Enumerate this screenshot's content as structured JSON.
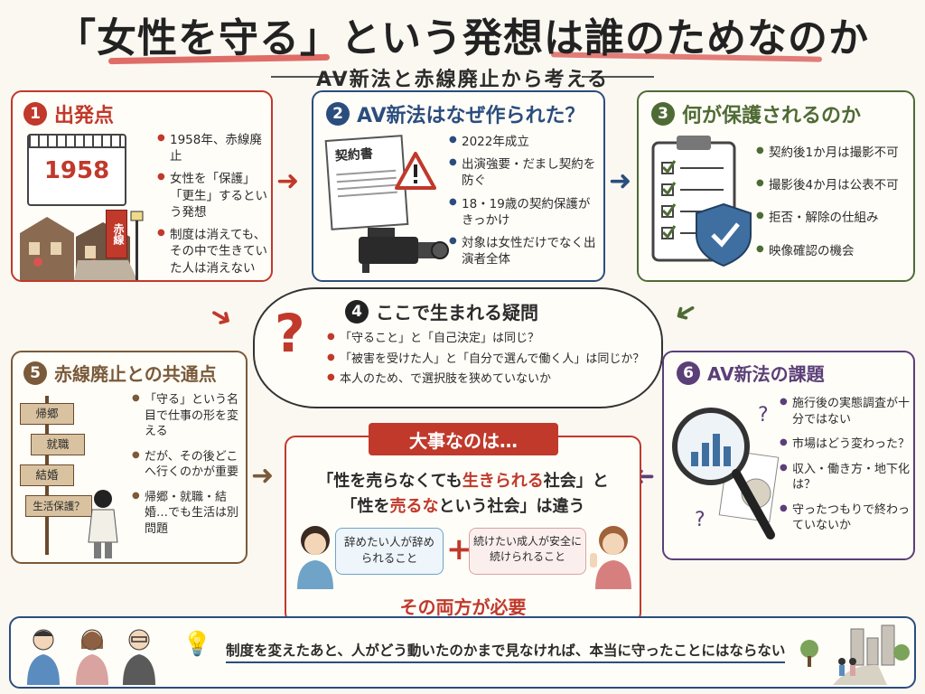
{
  "title": "「女性を守る」という発想は誰のためなのか",
  "subtitle": "AV新法と赤線廃止から考える",
  "sections": {
    "s1": {
      "number": "1",
      "heading": "出発点",
      "calendar_year": "1958",
      "sign_text": "赤線",
      "bullets": [
        "1958年、赤線廃止",
        "女性を「保護」「更生」するという発想",
        "制度は消えても、その中で生きていた人は消えない"
      ]
    },
    "s2": {
      "number": "2",
      "heading": "AV新法はなぜ作られた？",
      "document_label": "契約書",
      "bullets": [
        "2022年成立",
        "出演強要・だまし契約を防ぐ",
        "18・19歳の契約保護がきっかけ",
        "対象は女性だけでなく出演者全体"
      ]
    },
    "s3": {
      "number": "3",
      "heading": "何が保護されるのか",
      "bullets": [
        "契約後1か月は撮影不可",
        "撮影後4か月は公表不可",
        "拒否・解除の仕組み",
        "映像確認の機会"
      ]
    },
    "s4": {
      "number": "4",
      "heading": "ここで生まれる疑問",
      "bullets": [
        "「守ること」と「自己決定」は同じ？",
        "「被害を受けた人」と「自分で選んで働く人」は同じか？",
        "本人のため、で選択肢を狭めていないか"
      ]
    },
    "s5": {
      "number": "5",
      "heading": "赤線廃止との共通点",
      "signs": [
        "帰郷",
        "就職",
        "結婚",
        "生活保護？"
      ],
      "bullets": [
        "「守る」という名目で仕事の形を変える",
        "だが、その後どこへ行くのかが重要",
        "帰郷・就職・結婚…でも生活は別問題"
      ]
    },
    "s6": {
      "number": "6",
      "heading": "AV新法の課題",
      "bullets": [
        "施行後の実態調査が十分ではない",
        "市場はどう変わった？",
        "収入・働き方・地下化は？",
        "守ったつもりで終わっていないか"
      ]
    }
  },
  "center": {
    "banner": "大事なのは…",
    "line1_a": "「性を売らなくても",
    "line1_b": "生きられる",
    "line1_c": "社会」と",
    "line2_a": "「性を",
    "line2_b": "売るな",
    "line2_c": "という社会」は違う",
    "left_bubble": "辞めたい人が辞められること",
    "plus": "+",
    "right_bubble": "続けたい成人が安全に続けられること",
    "footer": "その両方が必要"
  },
  "bottom": {
    "text": "制度を変えたあと、人がどう動いたのかまで見なければ、本当に守ったことにはならない"
  },
  "colors": {
    "red": "#c0392b",
    "blue": "#2b4d7e",
    "green": "#4f6b35",
    "purple": "#5b3f78",
    "brown": "#7a5a3a"
  }
}
